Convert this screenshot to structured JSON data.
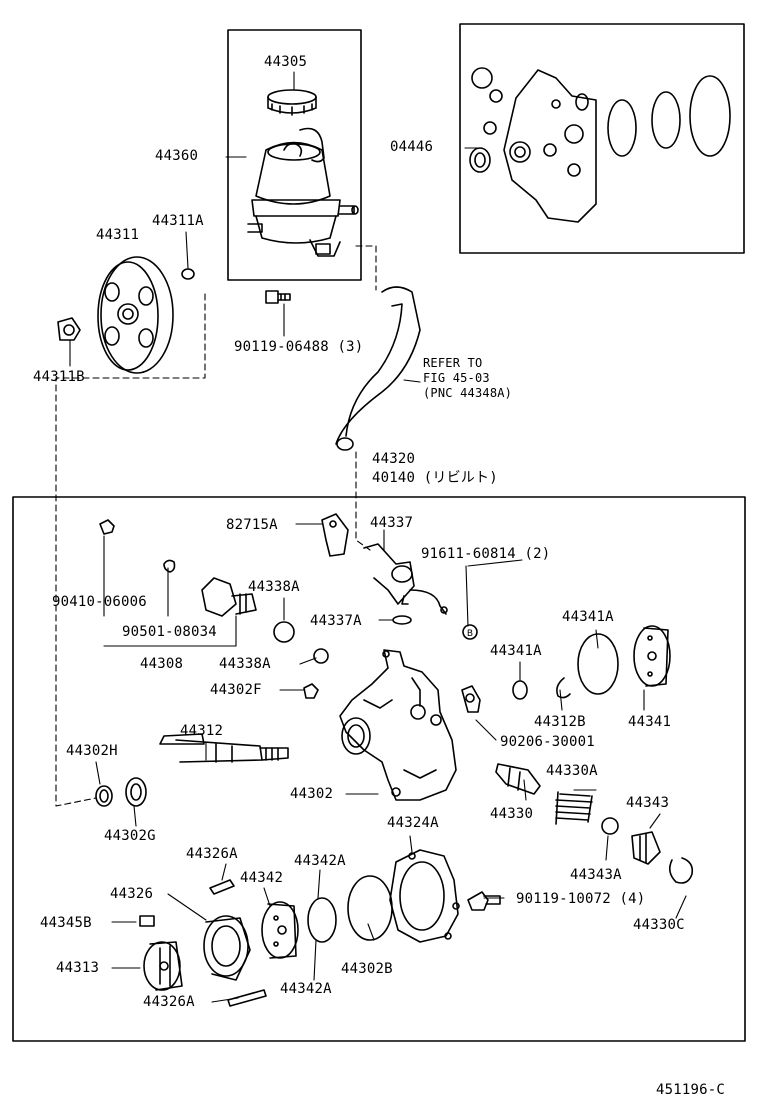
{
  "diagram_id": "451196-C",
  "labels": {
    "p44305": "44305",
    "p44360": "44360",
    "p04446": "04446",
    "p44311A": "44311A",
    "p44311": "44311",
    "p44311B": "44311B",
    "p90119_06488": "90119-06488 (3)",
    "refer_line1": "REFER TO",
    "refer_line2": "FIG 45-03",
    "refer_line3": "(PNC 44348A)",
    "p44320": "44320",
    "p40140": "40140 (リビルト)",
    "p82715A": "82715A",
    "p44337": "44337",
    "p91611_60814": "91611-60814 (2)",
    "p90410_06006": "90410-06006",
    "p44338A_top": "44338A",
    "p44337A": "44337A",
    "bolt_marker": "B",
    "p90501_08034": "90501-08034",
    "p44341A_right": "44341A",
    "p44341A_left": "44341A",
    "p44308": "44308",
    "p44338A_mid": "44338A",
    "p44302F": "44302F",
    "p44312B": "44312B",
    "p44341": "44341",
    "p90206_30001": "90206-30001",
    "p44312": "44312",
    "p44302H": "44302H",
    "p44330A": "44330A",
    "p44302": "44302",
    "p44343": "44343",
    "p44330": "44330",
    "p44302G": "44302G",
    "p44324A": "44324A",
    "p44326A_top": "44326A",
    "p44342A_top": "44342A",
    "p44343A": "44343A",
    "p44326": "44326",
    "p44342": "44342",
    "p90119_10072": "90119-10072 (4)",
    "p44345B": "44345B",
    "p44330C": "44330C",
    "p44313": "44313",
    "p44302B": "44302B",
    "p44326A_bot": "44326A",
    "p44342A_bot": "44342A"
  }
}
